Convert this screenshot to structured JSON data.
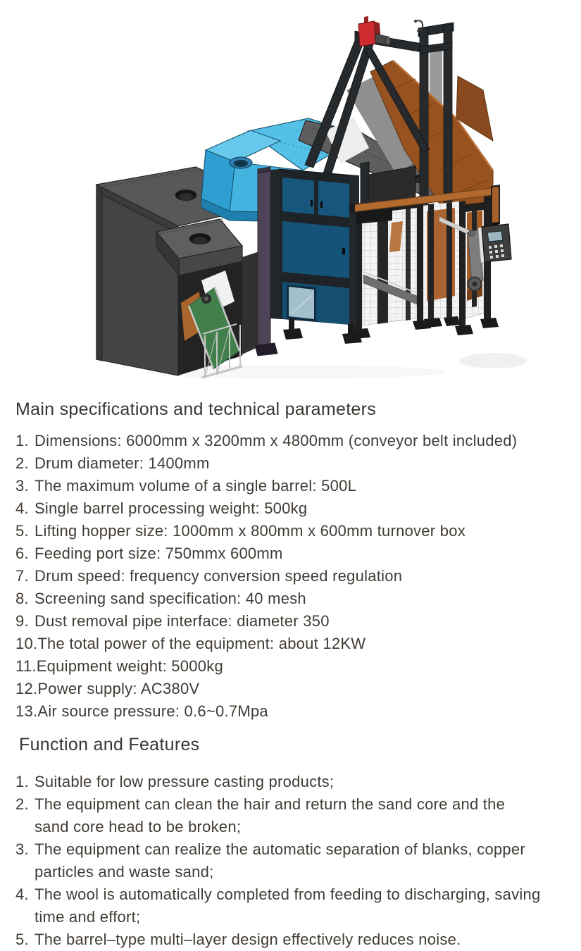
{
  "figure": {
    "name": "sand-core-cleaning-machine-3d-render",
    "description": "3D CAD rendering of a barrel-type sand core cleaning machine: dark gray drum housing with round ports, light blue lifting hopper, navy electrical cabinet, black A-frame hoist tower with red hoist motor, orange inclined belt conveyor, wire-mesh safety fence and hanging control pendant",
    "palette": {
      "background": "#ffffff",
      "housing_gray_top": "#585858",
      "housing_gray_front": "#454545",
      "hopper_cyan_top": "#55c0e7",
      "hopper_cyan_front": "#2f9fd3",
      "cabinet_blue": "#17567d",
      "frame_black": "#202020",
      "conveyor_orange": "#98521f",
      "rail_orange": "#b26a2e",
      "hoist_red": "#c8272c",
      "belt_green": "#41804a",
      "mesh_white": "#f4f4f4",
      "pendant_gray": "#3e3e3e",
      "text_color": "#413b35"
    }
  },
  "specs": {
    "heading": "Main specifications and technical parameters",
    "items": [
      {
        "number": "1.",
        "line1": "Dimensions: 6000mm x 3200mm x 4800mm (conveyor belt included)"
      },
      {
        "number": "2.",
        "line1": "Drum diameter: 1400mm"
      },
      {
        "number": "3.",
        "line1": "The maximum volume of a single barrel: 500L"
      },
      {
        "number": "4.",
        "line1": "Single barrel processing weight: 500kg"
      },
      {
        "number": "5.",
        "line1": "Lifting hopper size: 1000mm x 800mm x 600mm turnover box"
      },
      {
        "number": "6.",
        "line1": "Feeding port size: 750mmx 600mm"
      },
      {
        "number": "7.",
        "line1": "Drum speed: frequency conversion speed regulation"
      },
      {
        "number": "8.",
        "line1": "Screening sand specification: 40 mesh"
      },
      {
        "number": "9.",
        "line1": "Dust removal pipe interface: diameter 350"
      },
      {
        "number": "10.",
        "line1": "The total power of the equipment: about 12KW"
      },
      {
        "number": "11.",
        "line1": "Equipment weight: 5000kg"
      },
      {
        "number": "12.",
        "line1": "Power supply: AC380V"
      },
      {
        "number": "13.",
        "line1": "Air source pressure: 0.6~0.7Mpa"
      }
    ]
  },
  "features": {
    "heading": "Function and Features",
    "items": [
      {
        "number": "1.",
        "line1": "Suitable for low pressure casting products;"
      },
      {
        "number": "2.",
        "line1": "The equipment can clean the hair and return the sand core and the",
        "line2": "sand core head to be broken;"
      },
      {
        "number": "3.",
        "line1": "The equipment can realize the automatic separation of blanks, copper",
        "line2": "particles and waste sand;"
      },
      {
        "number": "4.",
        "line1": "The wool is automatically completed from feeding to discharging, saving",
        "line2": "time and effort;"
      },
      {
        "number": "5.",
        "line1": "The barrel–type multi–layer design effectively reduces noise."
      }
    ]
  }
}
